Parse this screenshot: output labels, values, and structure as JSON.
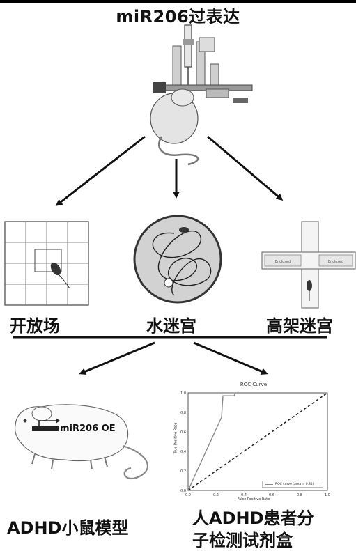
{
  "title": "miR206过表达",
  "tests": {
    "open_field": "开放场",
    "water_maze": "水迷宫",
    "elevated_maze": "高架迷宫"
  },
  "bottom": {
    "mouse_model": "ADHD小鼠模型",
    "mouse_tag": "miR206 OE",
    "kit_line1": "人ADHD患者分",
    "kit_line2": "子检测试剂盒"
  },
  "roc": {
    "title": "ROC Curve",
    "xlabel": "False Positive Rate",
    "ylabel": "True Positive Rate",
    "legend": "ROC curve (area = 0.84)",
    "x_ticks": [
      "0.0",
      "0.2",
      "0.4",
      "0.6",
      "0.8",
      "1.0"
    ],
    "y_ticks": [
      "0.0",
      "0.2",
      "0.4",
      "0.6",
      "0.8",
      "1.0"
    ]
  },
  "maze": {
    "arm_left": "Enclosed",
    "arm_right": "Enclosed"
  },
  "colors": {
    "ink": "#111111",
    "grey": "#888888",
    "light_grey": "#d9d9d9"
  }
}
